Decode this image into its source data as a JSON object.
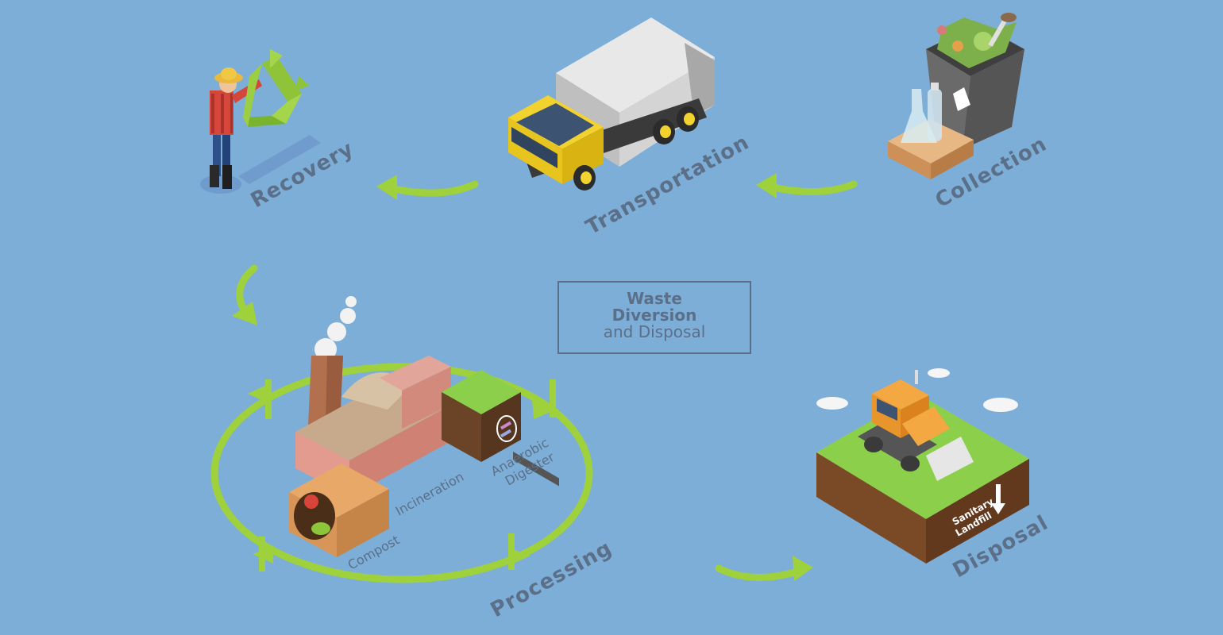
{
  "title": {
    "line1": "Waste",
    "line2": "Diversion",
    "line3": "and Disposal"
  },
  "stages": {
    "collection": "Collection",
    "transportation": "Transportation",
    "recovery": "Recovery",
    "processing": "Processing",
    "disposal": "Disposal"
  },
  "processing_methods": {
    "compost": "Compost",
    "incineration": "Incineration",
    "anaerobic_line1": "Anaerobic",
    "anaerobic_line2": "Digester"
  },
  "landfill": {
    "line1": "Sanitary",
    "line2": "Landfill"
  },
  "colors": {
    "background": "#7daed8",
    "arrow": "#9ed13b",
    "label": "#5b6f88"
  }
}
